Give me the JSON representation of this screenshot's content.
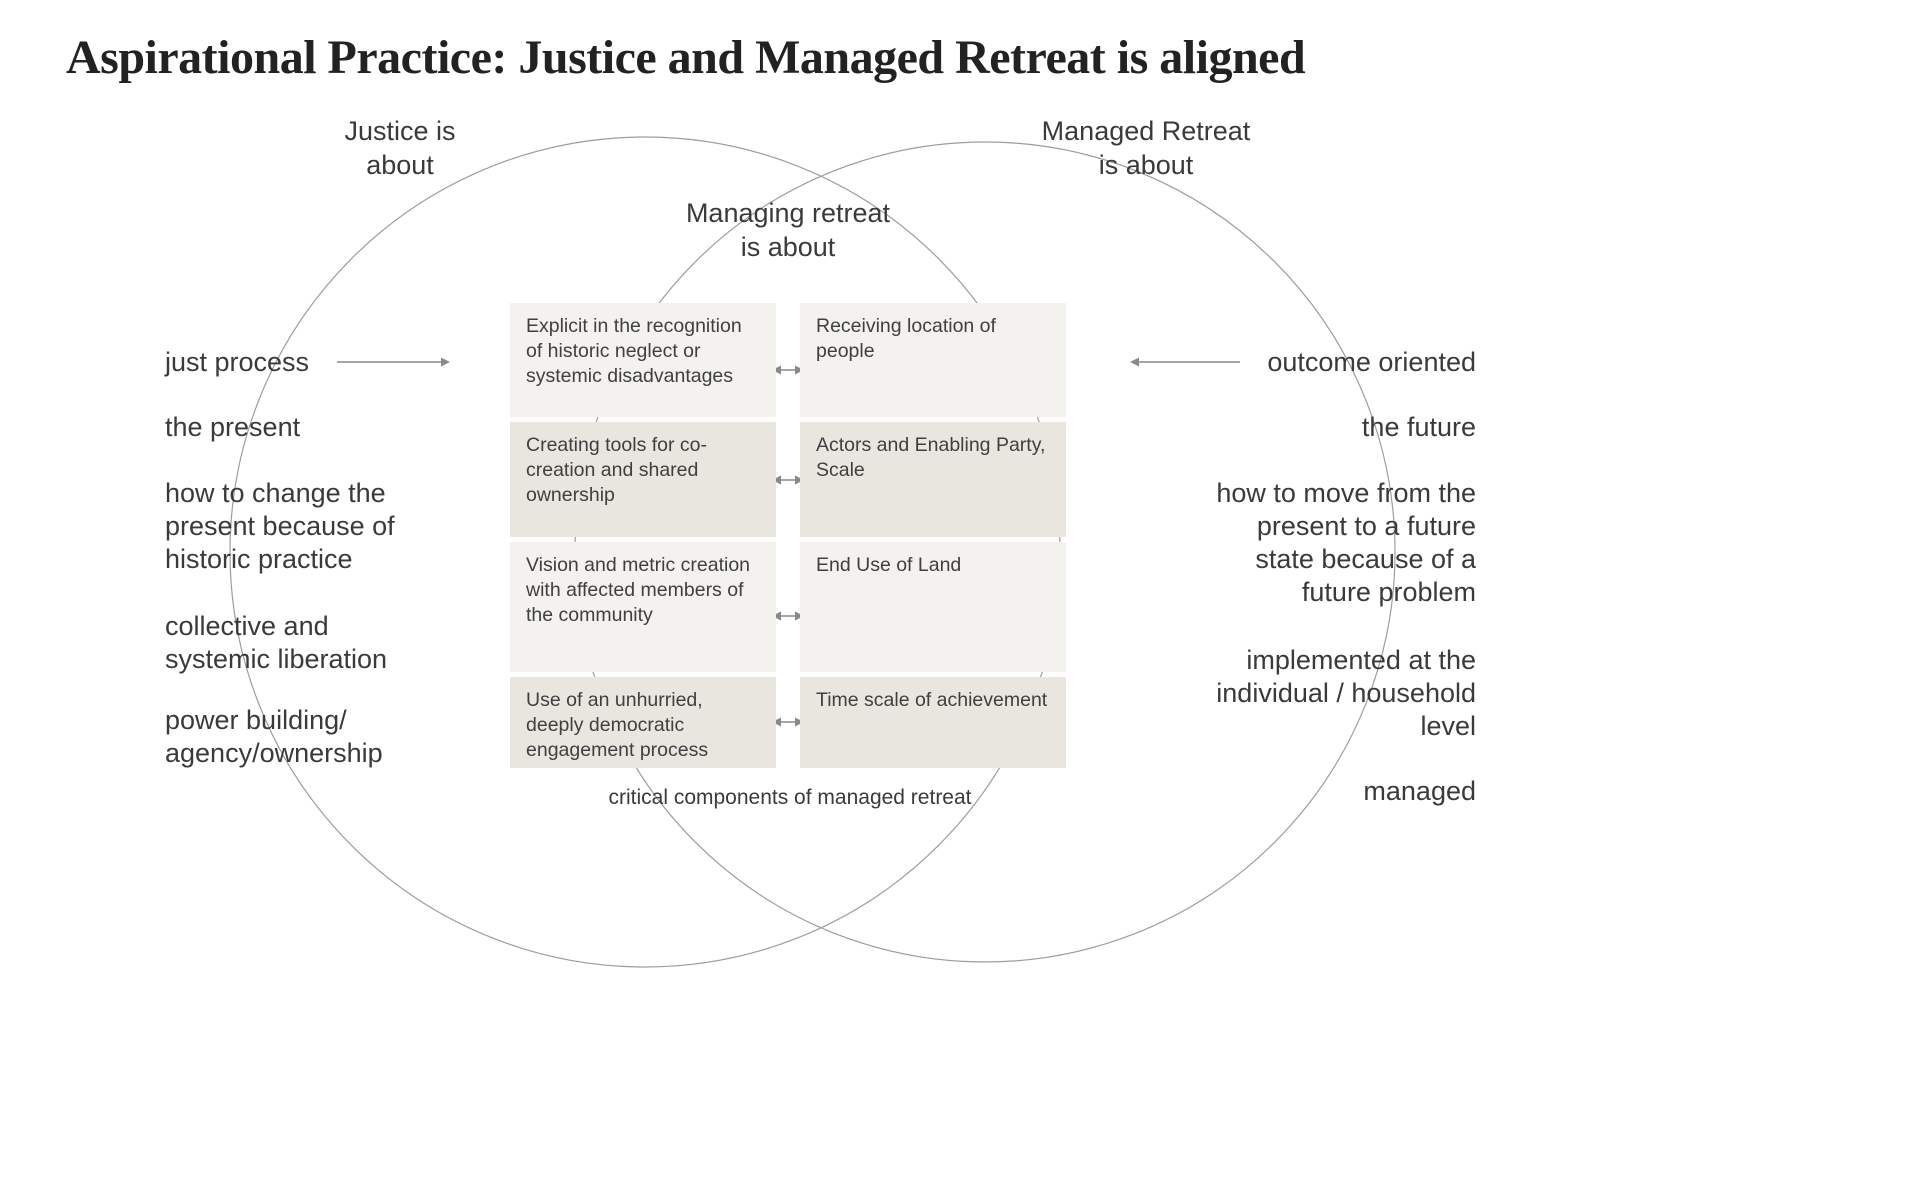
{
  "title": "Aspirational Practice: Justice and Managed Retreat is aligned",
  "left_circle": {
    "heading": "Justice is\nabout",
    "items": [
      "just process",
      "the present",
      "how to change the\npresent because of\nhistoric practice",
      "collective and\nsystemic liberation",
      "power building/\nagency/ownership"
    ]
  },
  "right_circle": {
    "heading": "Managed Retreat\nis about",
    "items": [
      "outcome oriented",
      "the future",
      "how to move from the\npresent to a future\nstate because of a\nfuture problem",
      "implemented at the\nindividual / household\nlevel",
      "managed"
    ]
  },
  "overlap": {
    "heading": "Managing retreat\nis about",
    "rows": [
      {
        "justice": "Explicit in the recognition of historic neglect or systemic disadvantages",
        "retreat": "Receiving location of people"
      },
      {
        "justice": "Creating tools for co-creation and shared ownership",
        "retreat": "Actors and Enabling Party, Scale"
      },
      {
        "justice": "Vision and metric creation with affected members of the community",
        "retreat": "End Use of Land"
      },
      {
        "justice": "Use of an unhurried, deeply democratic engagement process",
        "retreat": "Time scale of achievement"
      }
    ],
    "caption": "critical components of managed retreat"
  },
  "colors": {
    "box_light": "#f4f2ee",
    "box_dark": "#e9e6e0",
    "circle_stroke": "#9d9d9d",
    "arrow": "#8a8a8a",
    "text": "#3a3a3a",
    "title_text": "#222222"
  },
  "icons": {
    "left_arrow": "right-arrow-icon",
    "right_arrow": "left-arrow-icon",
    "row_arrows": "double-headed-arrow-icon"
  }
}
